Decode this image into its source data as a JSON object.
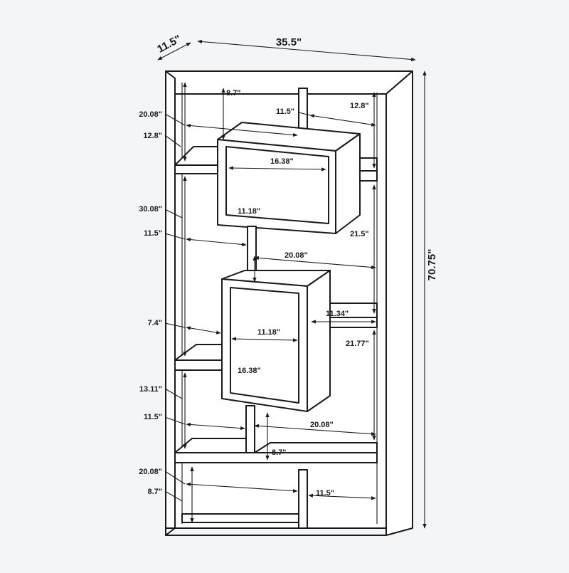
{
  "diagram": {
    "overall": {
      "width": "35.5\"",
      "depth": "11.5\"",
      "height": "70.75\""
    },
    "dimensions": {
      "d_top_inner_h": "8.7\"",
      "d_top_right_w": "11.5\"",
      "d_top_right_h": "12.8\"",
      "d_left_20_08_top": "20.08\"",
      "d_left_12_8": "12.8\"",
      "d_cube1_w": "16.38\"",
      "d_cube1_d": "11.18\"",
      "d_right_21_5": "21.5\"",
      "d_left_30_08": "30.08\"",
      "d_left_11_5_mid": "11.5\"",
      "d_mid_20_08": "20.08\"",
      "d_right_11_34": "11.34\"",
      "d_left_7_4": "7.4\"",
      "d_cube2_w": "11.18\"",
      "d_right_21_77": "21.77\"",
      "d_cube2_h": "16.38\"",
      "d_left_13_11": "13.11\"",
      "d_left_11_5_low": "11.5\"",
      "d_low_20_08": "20.08\"",
      "d_low_8_7": "8.7\"",
      "d_left_20_08_bot": "20.08\"",
      "d_left_8_7_bot": "8.7\"",
      "d_bot_11_5": "11.5\""
    },
    "colors": {
      "line": "#1a1a1a",
      "panel": "#ffffff",
      "background": "#f4f5f6"
    }
  }
}
